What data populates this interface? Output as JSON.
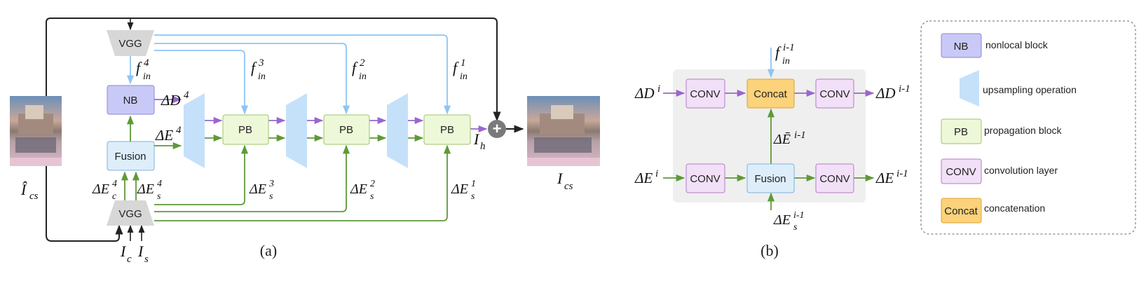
{
  "panel_a": {
    "caption": "(a)",
    "vgg_top_label": "VGG",
    "vgg_bottom_label": "VGG",
    "nb_label": "NB",
    "fusion_label": "Fusion",
    "pb_labels": [
      "PB",
      "PB",
      "PB"
    ],
    "input_image_label": "Î",
    "input_image_sub": "cs",
    "output_image_label": "I",
    "output_image_sub": "cs",
    "f_labels": [
      {
        "base": "f",
        "sub": "in",
        "sup": "4"
      },
      {
        "base": "f",
        "sub": "in",
        "sup": "3"
      },
      {
        "base": "f",
        "sub": "in",
        "sup": "2"
      },
      {
        "base": "f",
        "sub": "in",
        "sup": "1"
      }
    ],
    "delta_d4": {
      "base": "ΔD",
      "sup": "4"
    },
    "delta_e4": {
      "base": "ΔE",
      "sup": "4"
    },
    "delta_ec4": {
      "base": "ΔE",
      "sub": "c",
      "sup": "4"
    },
    "delta_es4": {
      "base": "ΔE",
      "sub": "s",
      "sup": "4"
    },
    "delta_es": [
      {
        "base": "ΔE",
        "sub": "s",
        "sup": "3"
      },
      {
        "base": "ΔE",
        "sub": "s",
        "sup": "2"
      },
      {
        "base": "ΔE",
        "sub": "s",
        "sup": "1"
      }
    ],
    "ih": {
      "base": "I",
      "sub": "h"
    },
    "ic": {
      "base": "I",
      "sub": "c"
    },
    "is": {
      "base": "I",
      "sub": "s"
    },
    "plus_symbol": "+"
  },
  "panel_b": {
    "caption": "(b)",
    "conv_label": "CONV",
    "concat_label": "Concat",
    "fusion_label": "Fusion",
    "f_in": {
      "base": "f",
      "sub": "in",
      "sup": "i-1"
    },
    "delta_di": {
      "base": "ΔD",
      "sup": "i"
    },
    "delta_di1": {
      "base": "ΔD",
      "sup": "i-1"
    },
    "delta_ebar": {
      "base": "ΔĒ",
      "sup": "i-1"
    },
    "delta_ei": {
      "base": "ΔE",
      "sup": "i"
    },
    "delta_ei1": {
      "base": "ΔE",
      "sup": "i-1"
    },
    "delta_es": {
      "base": "ΔE",
      "sub": "s",
      "sup": "i-1"
    }
  },
  "legend": {
    "items": [
      {
        "key": "NB",
        "text": "nonlocal block"
      },
      {
        "key": "",
        "text": "upsampling operation"
      },
      {
        "key": "PB",
        "text": "propagation block"
      },
      {
        "key": "CONV",
        "text": "convolution layer"
      },
      {
        "key": "Concat",
        "text": "concatenation"
      }
    ]
  },
  "colors": {
    "purple_arrow": "#9a66cc",
    "green_arrow": "#5e9a38",
    "blue_arrow": "#8ec5f5",
    "black_arrow": "#222222",
    "nb_fill": "#c9c9f7",
    "nb_stroke": "#8a86d8",
    "fusion_fill": "#ddeefa",
    "fusion_stroke": "#7fb0de",
    "pb_fill": "#edf8d8",
    "pb_stroke": "#9cc56a",
    "conv_fill": "#f1e0f7",
    "conv_stroke": "#b27dc7",
    "concat_fill": "#fcd27a",
    "concat_stroke": "#dca335",
    "vgg_fill": "#d7d7d7",
    "upsample_fill": "#c5e1fa",
    "panel_bg": "#efefef"
  }
}
